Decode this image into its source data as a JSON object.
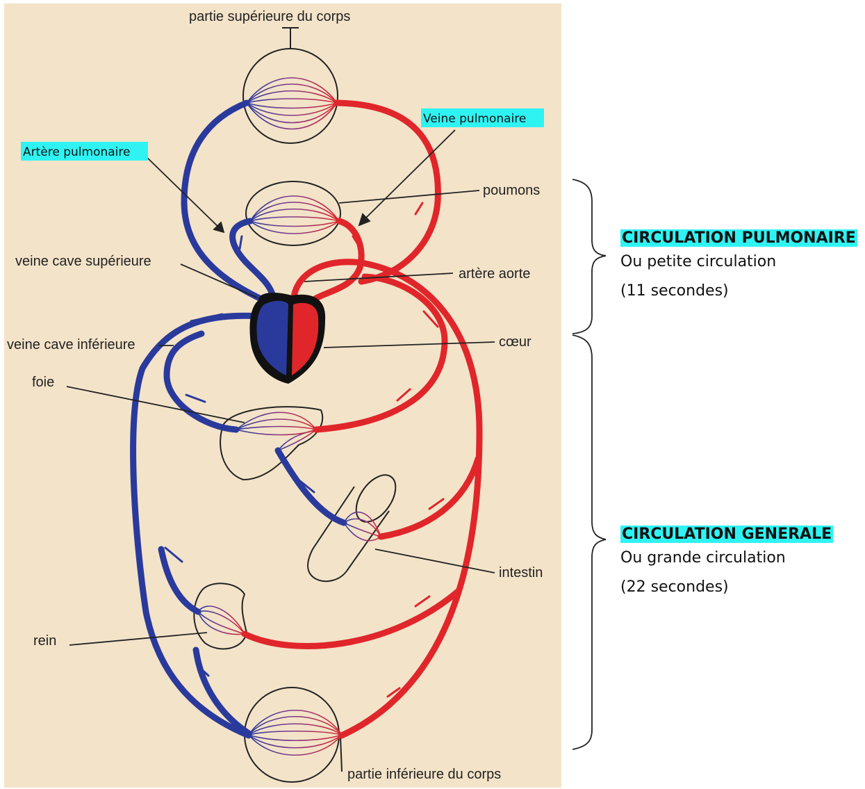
{
  "diagram": {
    "labels": {
      "top_body": "partie supérieure du corps",
      "bottom_body": "partie inférieure du corps",
      "lungs": "poumons",
      "aorta": "artère aorte",
      "heart": "cœur",
      "sup_vena_cava": "veine cave supérieure",
      "inf_vena_cava": "veine cave inférieure",
      "liver": "foie",
      "intestine": "intestin",
      "kidney": "rein"
    },
    "highlighted": {
      "pulmonary_artery": "Artère pulmonaire",
      "pulmonary_vein": "Veine pulmonaire"
    }
  },
  "sections": {
    "pulmonary": {
      "title": "CIRCULATION PULMONAIRE",
      "line1": "Ou petite circulation",
      "line2": "(11 secondes)"
    },
    "general": {
      "title": "CIRCULATION GENERALE",
      "line1": "Ou grande circulation",
      "line2": "(22 secondes)"
    }
  },
  "colors": {
    "paper": "#f3e3c9",
    "venous": "#2a3a9c",
    "arterial": "#e0262a",
    "highlight": "#2ff3f3",
    "heart_outline": "#111111"
  }
}
